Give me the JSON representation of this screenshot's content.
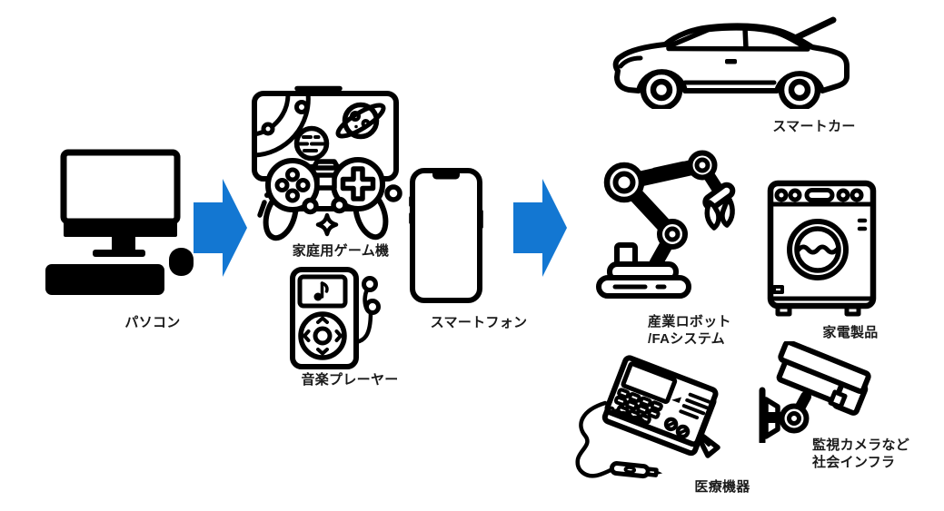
{
  "diagram": {
    "type": "flow",
    "direction": "left-to-right",
    "background": "#ffffff",
    "line_color": "#000000",
    "arrow_color": "#1377d2",
    "stages": [
      {
        "id": "stage-1",
        "items": [
          "pc"
        ]
      },
      {
        "id": "stage-2",
        "items": [
          "game_console",
          "music_player",
          "smartphone"
        ]
      },
      {
        "id": "stage-3",
        "items": [
          "smart_car",
          "industrial_robot",
          "home_appliance",
          "medical_device",
          "infrastructure"
        ]
      }
    ],
    "arrows": [
      {
        "from": "stage-1",
        "to": "stage-2"
      },
      {
        "from": "stage-2",
        "to": "stage-3"
      }
    ]
  },
  "nodes": {
    "pc": {
      "label": "パソコン",
      "icon": "desktop-pc-icon"
    },
    "game_console": {
      "label": "家庭用ゲーム機",
      "icon": "game-console-icon"
    },
    "music_player": {
      "label": "音楽プレーヤー",
      "icon": "music-player-icon"
    },
    "smartphone": {
      "label": "スマートフォン",
      "icon": "smartphone-icon"
    },
    "smart_car": {
      "label": "スマートカー",
      "icon": "smart-car-icon"
    },
    "industrial_robot": {
      "label_line1": "産業ロボット",
      "label_line2": "/FAシステム",
      "icon": "industrial-robot-icon"
    },
    "home_appliance": {
      "label": "家電製品",
      "icon": "washing-machine-icon"
    },
    "medical_device": {
      "label": "医療機器",
      "icon": "medical-device-icon"
    },
    "infrastructure": {
      "label_line1": "監視カメラなど",
      "label_line2": "社会インフラ",
      "icon": "cctv-camera-icon"
    }
  }
}
